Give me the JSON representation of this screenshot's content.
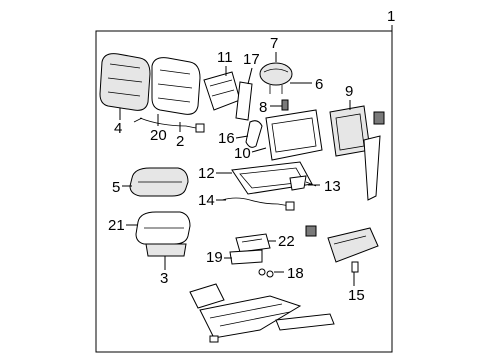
{
  "diagram": {
    "assembly_callout": "1",
    "callouts": {
      "c2": "2",
      "c3": "3",
      "c4": "4",
      "c5": "5",
      "c6": "6",
      "c7": "7",
      "c8": "8",
      "c9": "9",
      "c10": "10",
      "c11": "11",
      "c12": "12",
      "c13": "13",
      "c14": "14",
      "c15": "15",
      "c16": "16",
      "c17": "17",
      "c18": "18",
      "c19": "19",
      "c20": "20",
      "c21": "21",
      "c22": "22"
    }
  }
}
